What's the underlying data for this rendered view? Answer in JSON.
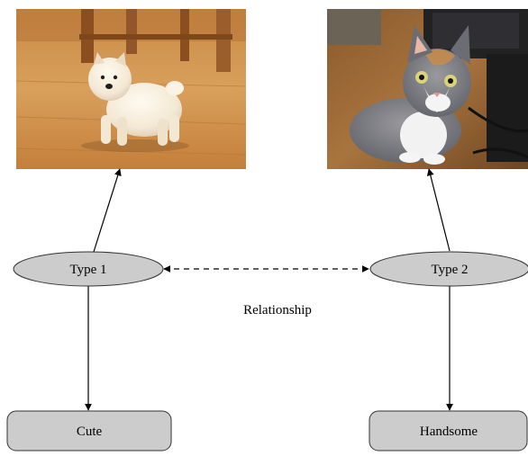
{
  "nodes": {
    "type1": {
      "label": "Type 1"
    },
    "type2": {
      "label": "Type 2"
    },
    "cute": {
      "label": "Cute"
    },
    "handsome": {
      "label": "Handsome"
    }
  },
  "edge_label": "Relationship",
  "images": {
    "left": {
      "subject": "puppy"
    },
    "right": {
      "subject": "cat"
    }
  },
  "colors": {
    "node_fill": "#cccccc",
    "node_stroke": "#333333"
  }
}
